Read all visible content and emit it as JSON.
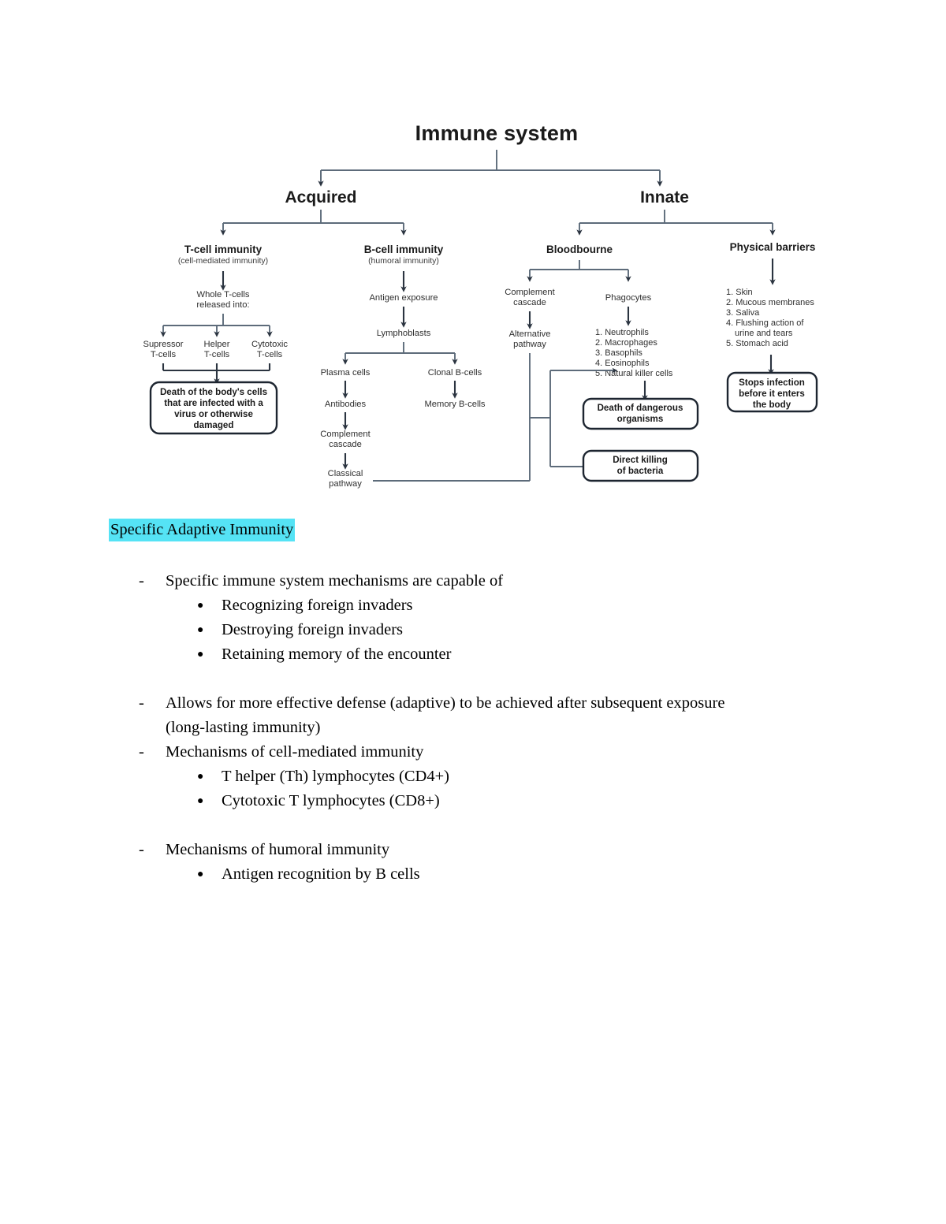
{
  "document": {
    "type": "study-notes-page",
    "background": "#ffffff"
  },
  "diagram": {
    "title": "Immune system",
    "accent_line_color": "#5d6b7a",
    "box_border_color": "#1d2530",
    "branches": {
      "acquired": "Acquired",
      "innate": "Innate"
    },
    "columns": {
      "t_cell": {
        "heading": "T-cell immunity",
        "subheading": "(cell-mediated immunity)",
        "step1_line1": "Whole T-cells",
        "step1_line2": "released into:",
        "children": [
          {
            "line1": "Supressor",
            "line2": "T-cells"
          },
          {
            "line1": "Helper",
            "line2": "T-cells"
          },
          {
            "line1": "Cytotoxic",
            "line2": "T-cells"
          }
        ],
        "outcome_box": [
          "Death of the body's cells",
          "that are infected with a",
          "virus or otherwise",
          "damaged"
        ]
      },
      "b_cell": {
        "heading": "B-cell immunity",
        "subheading": "(humoral immunity)",
        "step1": "Antigen exposure",
        "step2": "Lymphoblasts",
        "left_branch": {
          "step1": "Plasma cells",
          "step2": "Antibodies",
          "step3_line1": "Complement",
          "step3_line2": "cascade",
          "step4_line1": "Classical",
          "step4_line2": "pathway"
        },
        "right_branch": {
          "step1": "Clonal B-cells",
          "step2": "Memory B-cells"
        }
      },
      "bloodbourne": {
        "heading": "Bloodbourne",
        "left_branch": {
          "step1_line1": "Complement",
          "step1_line2": "cascade",
          "step2_line1": "Alternative",
          "step2_line2": "pathway"
        },
        "right_branch": {
          "step1": "Phagocytes",
          "list": [
            "1. Neutrophils",
            "2. Macrophages",
            "3. Basophils",
            "4. Eosinophils",
            "5. Natural killer cells"
          ]
        },
        "outcome_box_1": [
          "Death of dangerous",
          "organisms"
        ],
        "outcome_box_2": [
          "Direct killing",
          "of bacteria"
        ]
      },
      "physical_barriers": {
        "heading": "Physical barriers",
        "list": [
          "1. Skin",
          "2. Mucous membranes",
          "3. Saliva",
          "4. Flushing action of",
          "urine and tears",
          "5. Stomach acid"
        ],
        "outcome_box": [
          "Stops infection",
          "before it enters",
          "the body"
        ]
      }
    }
  },
  "notes": {
    "heading": "Specific Adaptive Immunity",
    "heading_highlight_color": "#55E3F5",
    "dash_marker": "-",
    "bullet_marker": "●",
    "items": [
      {
        "level": 1,
        "text": "Specific immune system mechanisms are capable of"
      },
      {
        "level": 2,
        "text": "Recognizing foreign invaders"
      },
      {
        "level": 2,
        "text": "Destroying foreign invaders"
      },
      {
        "level": 2,
        "text": "Retaining memory of the encounter"
      },
      {
        "level": 1,
        "text": "Allows for more effective defense (adaptive) to be achieved after subsequent exposure"
      },
      {
        "level": 1,
        "continuation": true,
        "text": "(long-lasting immunity)"
      },
      {
        "level": 1,
        "text": "Mechanisms of cell-mediated immunity"
      },
      {
        "level": 2,
        "text": "T helper (Th) lymphocytes (CD4+)"
      },
      {
        "level": 2,
        "text": "Cytotoxic T lymphocytes (CD8+)"
      },
      {
        "level": 1,
        "text": "Mechanisms of humoral immunity"
      },
      {
        "level": 2,
        "text": "Antigen recognition by B cells"
      }
    ]
  }
}
